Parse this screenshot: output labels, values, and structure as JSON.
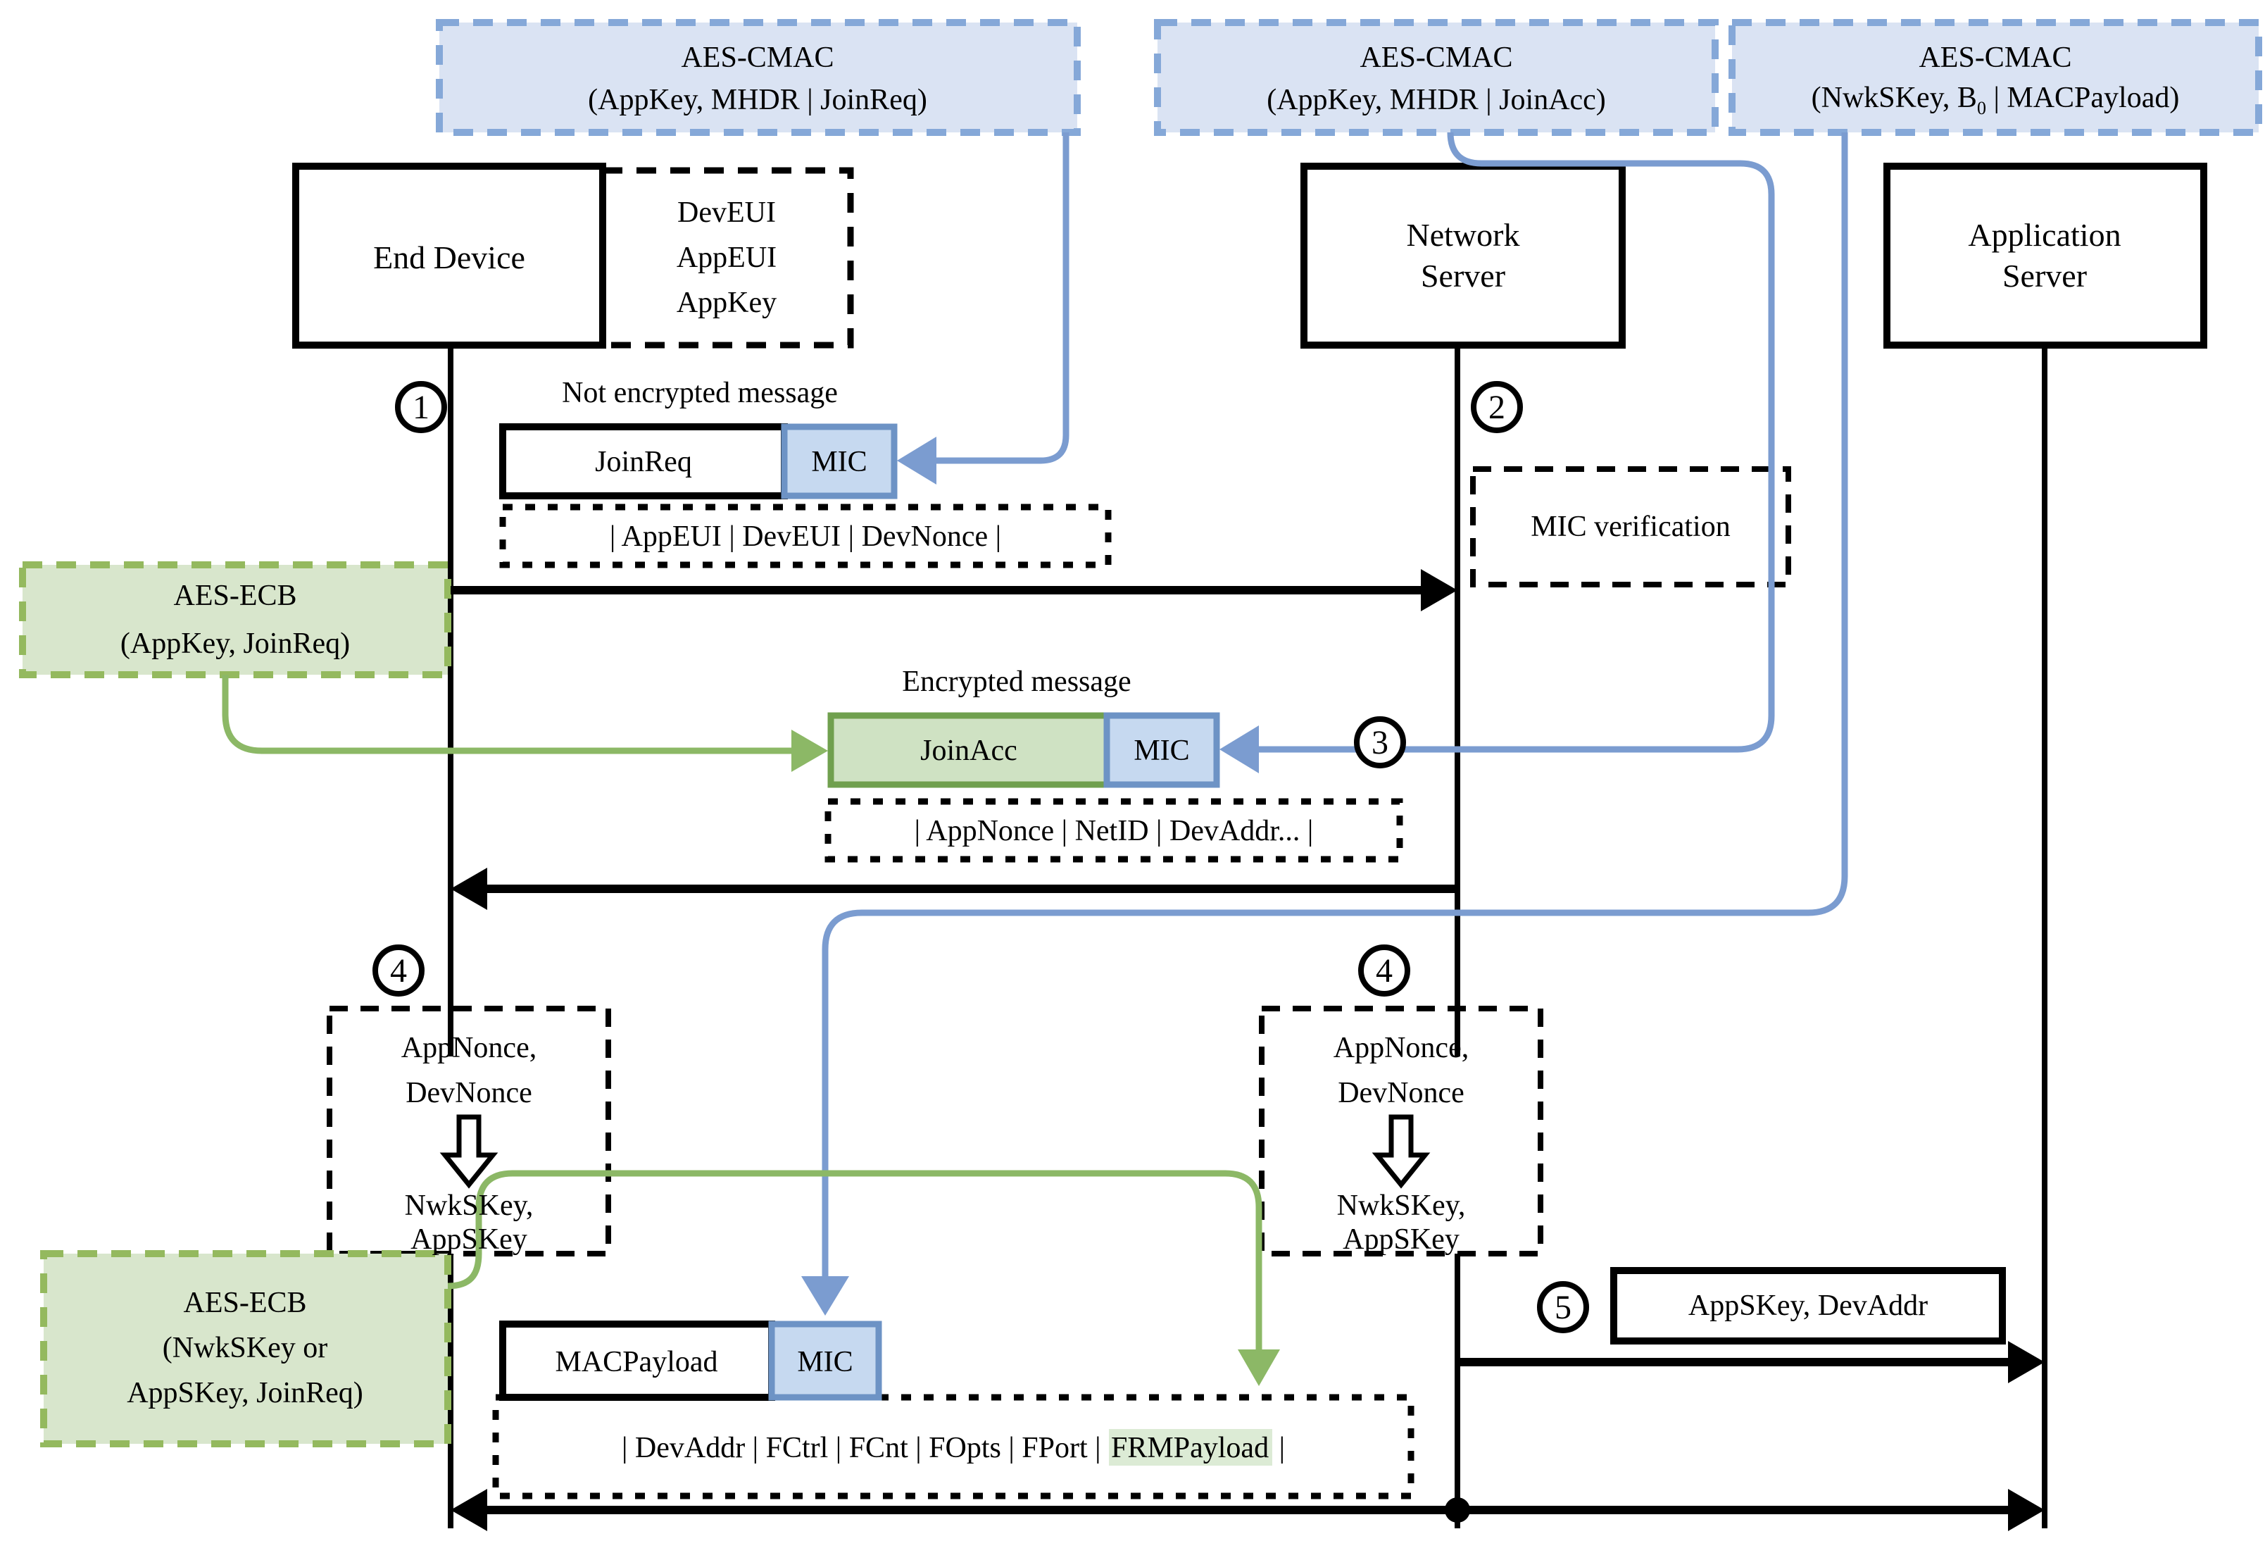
{
  "colors": {
    "blue_fill": "#dae3f3",
    "blue_border": "#85a8d8",
    "blue_line": "#7b9cd0",
    "mic_fill": "#c6d9f0",
    "mic_border": "#6d93c5",
    "green_fill": "#d8e6cc",
    "green_border": "#94b95e",
    "green_line": "#8cb866",
    "joinacc_fill": "#cfe2c3",
    "joinacc_border": "#70a04e",
    "hl_fill": "#dcebd5"
  },
  "crypto_ops": {
    "op1": {
      "line1": "AES-CMAC",
      "line2": "(AppKey, MHDR | JoinReq)"
    },
    "op2": {
      "line1": "AES-CMAC",
      "line2": "(AppKey, MHDR | JoinAcc)"
    },
    "op3": {
      "line1": "AES-CMAC",
      "line2_pre": "(NwkSKey, B",
      "line2_sub": "0",
      "line2_post": " | MACPayload)"
    }
  },
  "actors": {
    "end_device": "End Device",
    "device_keys": [
      "DevEUI",
      "AppEUI",
      "AppKey"
    ],
    "network_server_line1": "Network",
    "network_server_line2": "Server",
    "application_server_line1": "Application",
    "application_server_line2": "Server"
  },
  "steps": {
    "s1": "1",
    "s2": "2",
    "s3": "3",
    "s4": "4",
    "s5": "5"
  },
  "messages": {
    "not_encrypted_label": "Not encrypted message",
    "join_req": "JoinReq",
    "mic": "MIC",
    "join_req_fields": "| AppEUI | DevEUI | DevNonce |",
    "mic_verification": "MIC verification",
    "encrypted_label": "Encrypted message",
    "join_acc": "JoinAcc",
    "join_acc_fields": "| AppNonce | NetID | DevAddr... |",
    "mac_payload": "MACPayload",
    "data_fields_pre": "| DevAddr | FCtrl | FCnt | FOpts | FPort | ",
    "data_fields_highlight": "FRMPayload",
    "data_fields_post": " |",
    "session_info": "AppSKey, DevAddr"
  },
  "key_derivation": {
    "input1": "AppNonce,",
    "input2": "DevNonce",
    "output1": "NwkSKey,",
    "output2": "AppSKey"
  },
  "aes_ecb_1": {
    "line1": "AES-ECB",
    "line2": "(AppKey, JoinReq)"
  },
  "aes_ecb_2": {
    "line1": "AES-ECB",
    "line2": "(NwkSKey or",
    "line3": "AppSKey, JoinReq)"
  }
}
